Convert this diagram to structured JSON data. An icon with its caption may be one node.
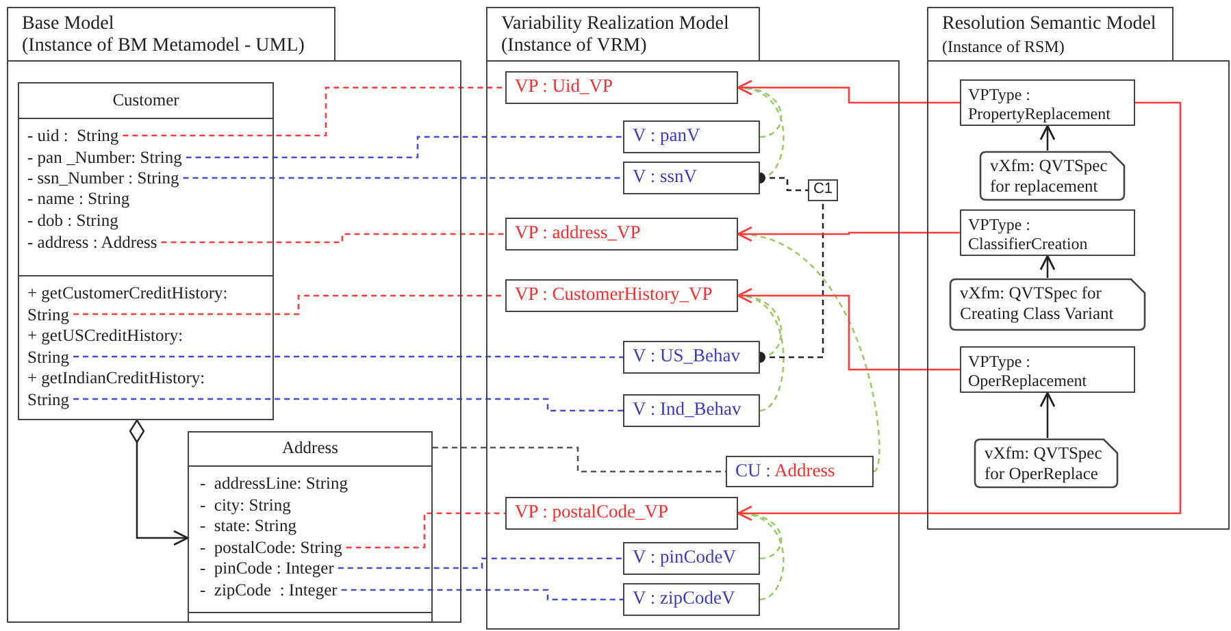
{
  "diagram": {
    "nodes": [
      {
        "text": [
          "Base Model",
          "(Instance of BM Metamodel - UML)"
        ]
      },
      {
        "text": [
          "Customer"
        ],
        "in": 0
      },
      {
        "text": [
          "- uid :  String"
        ],
        "in": 1
      },
      {
        "text": [
          "- pan _Number: String"
        ],
        "in": 1
      },
      {
        "text": [
          "- ssn_Number : String"
        ],
        "in": 1
      },
      {
        "text": [
          "- name : String"
        ],
        "in": 1
      },
      {
        "text": [
          "- dob : String"
        ],
        "in": 1
      },
      {
        "text": [
          "- address : Address"
        ],
        "in": 1
      },
      {
        "text": [
          "+  getCustomerCreditHistory: String"
        ],
        "in": 1
      },
      {
        "text": [
          "+  getUSCreditHistory: String"
        ],
        "in": 1
      },
      {
        "text": [
          "+  getIndianCreditHistory: String"
        ],
        "in": 1
      },
      {
        "text": [
          "Address"
        ],
        "in": 0
      },
      {
        "text": [
          "-  addressLine: String"
        ],
        "in": 11
      },
      {
        "text": [
          "-  city: String"
        ],
        "in": 11
      },
      {
        "text": [
          "-  state: String"
        ],
        "in": 11
      },
      {
        "text": [
          "-  postalCode: String"
        ],
        "in": 11
      },
      {
        "text": [
          "-  pinCode : Integer"
        ],
        "in": 11
      },
      {
        "text": [
          "-  zipCode  : Integer"
        ],
        "in": 11
      },
      {
        "text": [
          "Variability Realization Model",
          "(Instance of VRM)"
        ]
      },
      {
        "text": [
          "VP : Uid_VP"
        ],
        "in": 18
      },
      {
        "text": [
          "V : panV"
        ],
        "in": 18
      },
      {
        "text": [
          "V : ssnV"
        ],
        "in": 18
      },
      {
        "text": [
          "VP : address_VP"
        ],
        "in": 18
      },
      {
        "text": [
          "VP : CustomerHistory_VP"
        ],
        "in": 18
      },
      {
        "text": [
          "V : US_Behav"
        ],
        "in": 18
      },
      {
        "text": [
          "V : Ind_Behav"
        ],
        "in": 18
      },
      {
        "text": [
          "CU : Address"
        ],
        "in": 18
      },
      {
        "text": [
          "VP : postalCode_VP"
        ],
        "in": 18
      },
      {
        "text": [
          "V : pinCodeV"
        ],
        "in": 18
      },
      {
        "text": [
          "V : zipCodeV"
        ],
        "in": 18
      },
      {
        "text": [
          "C1"
        ],
        "in": 18
      },
      {
        "text": [
          "Resolution Semantic Model",
          "(Instance of RSM)"
        ]
      },
      {
        "text": [
          "VPType : PropertyReplacement"
        ],
        "in": 31
      },
      {
        "text": [
          "vXfm: QVTSpec for replacement"
        ],
        "in": 31
      },
      {
        "text": [
          "VPType : ClassifierCreation"
        ],
        "in": 31
      },
      {
        "text": [
          "vXfm: QVTSpec for Creating Class Variant"
        ],
        "in": 31
      },
      {
        "text": [
          "VPType : OperReplacement"
        ],
        "in": 31
      },
      {
        "text": [
          "vXfm: QVTSpec for OperReplace"
        ],
        "in": 31
      }
    ],
    "edges": [
      {
        "from": 2,
        "to": 19,
        "arrow": "none",
        "style": "dashed",
        "color": "#ff3b3b"
      },
      {
        "from": 3,
        "to": 20,
        "arrow": "none",
        "style": "dashed",
        "color": "#4a4ad0"
      },
      {
        "from": 4,
        "to": 21,
        "arrow": "none",
        "style": "dashed",
        "color": "#4a4ad0"
      },
      {
        "from": 7,
        "to": 22,
        "arrow": "none",
        "style": "dashed",
        "color": "#ff3b3b"
      },
      {
        "from": 8,
        "to": 23,
        "arrow": "none",
        "style": "dashed",
        "color": "#ff3b3b"
      },
      {
        "from": 9,
        "to": 24,
        "arrow": "none",
        "style": "dashed",
        "color": "#4a4ad0"
      },
      {
        "from": 10,
        "to": 25,
        "arrow": "none",
        "style": "dashed",
        "color": "#4a4ad0"
      },
      {
        "from": 15,
        "to": 27,
        "arrow": "none",
        "style": "dashed",
        "color": "#ff3b3b"
      },
      {
        "from": 16,
        "to": 28,
        "arrow": "none",
        "style": "dashed",
        "color": "#4a4ad0"
      },
      {
        "from": 17,
        "to": 29,
        "arrow": "none",
        "style": "dashed",
        "color": "#4a4ad0"
      },
      {
        "from": 11,
        "to": 26,
        "arrow": "none",
        "style": "dashed",
        "color": "#555555"
      },
      {
        "from": 1,
        "to": 11,
        "arrow": "to",
        "color": "#222222"
      },
      {
        "from": 20,
        "to": 19,
        "arrow": "none",
        "style": "dashed",
        "color": "#99cc66"
      },
      {
        "from": 21,
        "to": 19,
        "arrow": "none",
        "style": "dashed",
        "color": "#99cc66"
      },
      {
        "from": 24,
        "to": 23,
        "arrow": "none",
        "style": "dashed",
        "color": "#99cc66"
      },
      {
        "from": 25,
        "to": 23,
        "arrow": "none",
        "style": "dashed",
        "color": "#99cc66"
      },
      {
        "from": 26,
        "to": 22,
        "arrow": "none",
        "style": "dashed",
        "color": "#99cc66"
      },
      {
        "from": 28,
        "to": 27,
        "arrow": "none",
        "style": "dashed",
        "color": "#99cc66"
      },
      {
        "from": 29,
        "to": 27,
        "arrow": "none",
        "style": "dashed",
        "color": "#99cc66"
      },
      {
        "from": 21,
        "to": 30,
        "arrow": "other",
        "style": "dashed",
        "color": "#222222"
      },
      {
        "from": 24,
        "to": 30,
        "arrow": "other",
        "style": "dashed",
        "color": "#222222"
      },
      {
        "from": 32,
        "to": 19,
        "arrow": "to",
        "color": "#ff3b3b"
      },
      {
        "from": 34,
        "to": 22,
        "arrow": "to",
        "color": "#ff3b3b"
      },
      {
        "from": 36,
        "to": 23,
        "arrow": "to",
        "color": "#ff3b3b"
      },
      {
        "from": 32,
        "to": 27,
        "arrow": "to",
        "color": "#ff3b3b"
      },
      {
        "from": 33,
        "to": 32,
        "arrow": "to",
        "color": "#222222"
      },
      {
        "from": 35,
        "to": 34,
        "arrow": "to",
        "color": "#222222"
      },
      {
        "from": 37,
        "to": 36,
        "arrow": "to",
        "color": "#222222"
      }
    ]
  }
}
